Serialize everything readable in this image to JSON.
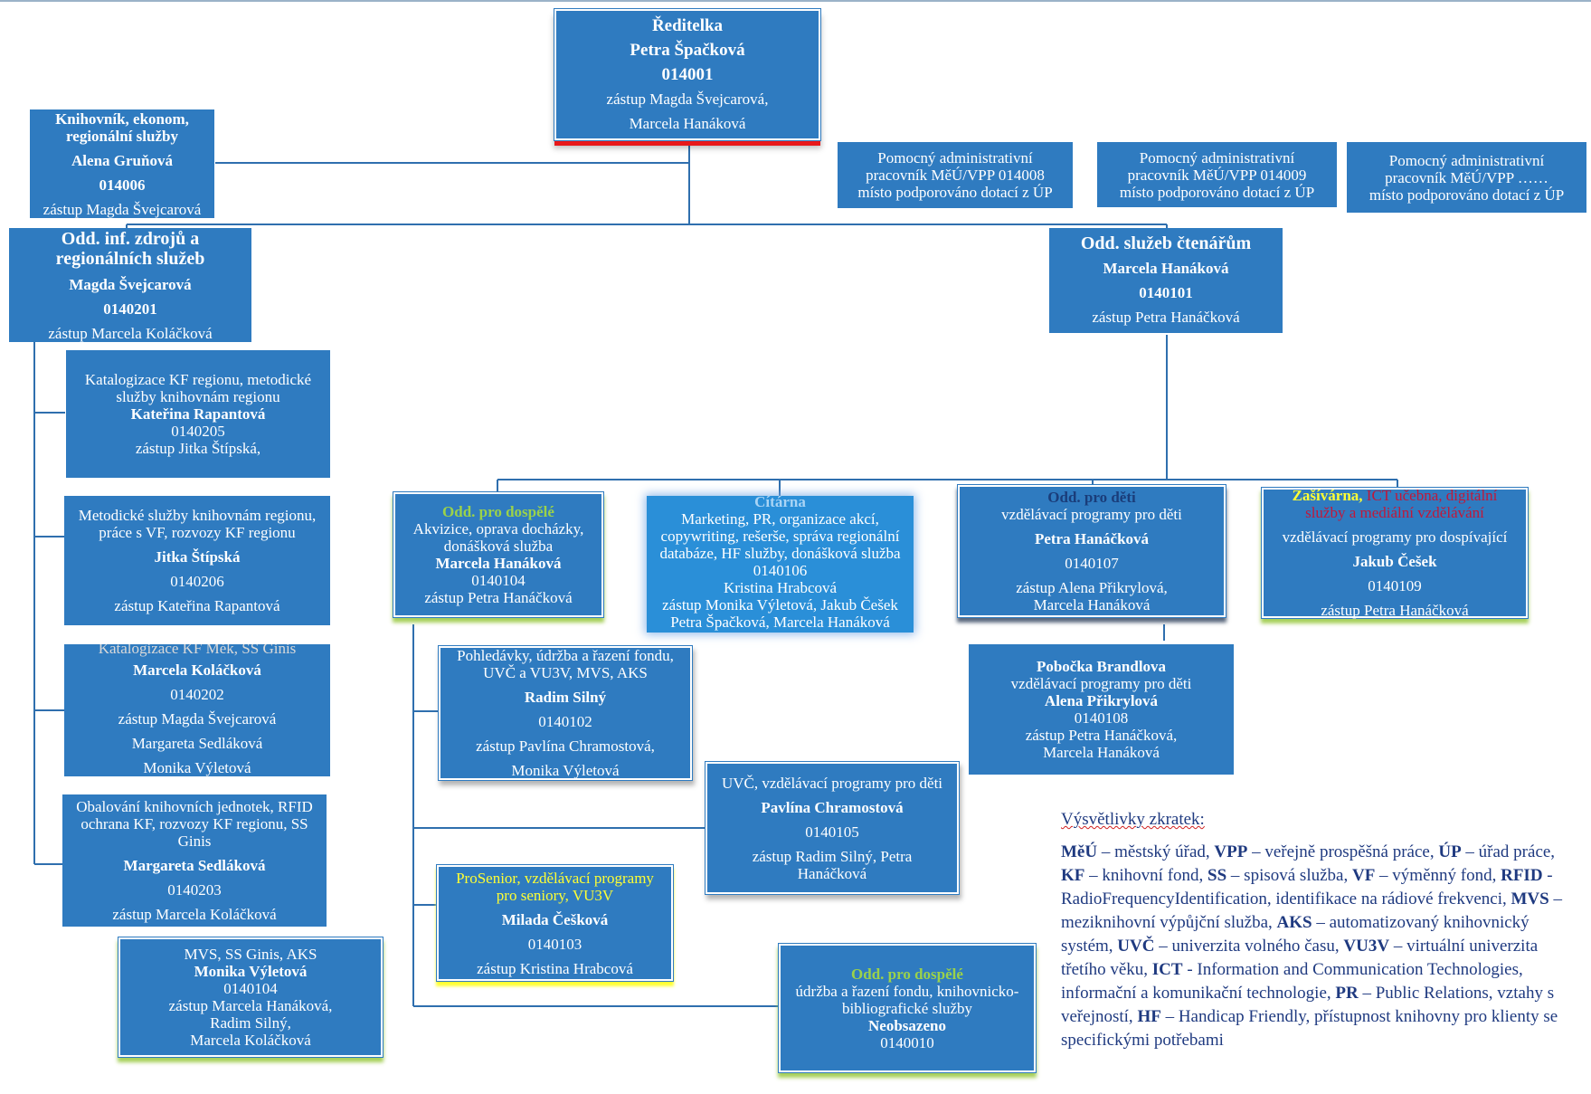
{
  "director": {
    "title": "Ředitelka",
    "name": "Petra Špačková",
    "code": "014001",
    "deputy1": "zástup Magda Švejcarová,",
    "deputy2": "Marcela Hanáková"
  },
  "librarian": {
    "role1": "Knihovník, ekonom,",
    "role2": "regionální služby",
    "name": "Alena Gruňová",
    "code": "014006",
    "deputy": "zástup Magda Švejcarová"
  },
  "aux": [
    {
      "l1": "Pomocný administrativní",
      "l2": "pracovník MěÚ/VPP 014008",
      "l3": "místo podporováno dotací z ÚP"
    },
    {
      "l1": "Pomocný administrativní",
      "l2": "pracovník MěÚ/VPP 014009",
      "l3": "místo podporováno dotací z ÚP"
    },
    {
      "l1": "Pomocný administrativní",
      "l2": "pracovník MěÚ/VPP ……",
      "l3": "místo podporováno dotací z ÚP"
    }
  ],
  "dept_info": {
    "title1": "Odd. inf. zdrojů a",
    "title2": "regionálních služeb",
    "name": "Magda Švejcarová",
    "code": "0140201",
    "deputy": "zástup Marcela Koláčková"
  },
  "dept_readers": {
    "title": "Odd. služeb čtenářům",
    "name": "Marcela Hanáková",
    "code": "0140101",
    "deputy": "zástup Petra Hanáčková"
  },
  "left_boxes": {
    "b205": {
      "l1": "Katalogizace KF regionu, metodické",
      "l2": "služby knihovnám regionu",
      "name": "Kateřina Rapantová",
      "code": "0140205",
      "deputy": "zástup Jitka Štípská,"
    },
    "b206": {
      "l1": "Metodické služby knihovnám regionu,",
      "l2": "práce s VF, rozvozy KF regionu",
      "name": "Jitka Štípská",
      "code": "0140206",
      "deputy": "zástup Kateřina Rapantová"
    },
    "b202": {
      "l1": "Katalogizace KF Měk, SS Ginis",
      "name": "Marcela Koláčková",
      "code": "0140202",
      "deputy": "zástup Magda Švejcarová",
      "deputy2": "Margareta Sedláková",
      "deputy3": "Monika Výletová"
    },
    "b203": {
      "l1": "Obalování knihovních jednotek, RFID",
      "l2": "ochrana KF, rozvozy  KF regionu, SS",
      "l3": "Ginis",
      "name": "Margareta Sedláková",
      "code": "0140203",
      "deputy": "zástup Marcela Koláčková"
    }
  },
  "adult": {
    "title": "Odd. pro dospělé",
    "l1": "Akvizice, oprava docházky,",
    "l2": "donášková služba",
    "name": "Marcela Hanáková",
    "code": "0140104",
    "deputy": "zástup Petra Hanáčková"
  },
  "reading": {
    "title": "Čítárna",
    "l1": "Marketing, PR, organizace akcí,",
    "l2": "copywriting, rešerše,  správa regionální",
    "l3": "databáze, HF služby, donášková služba",
    "code": "0140106",
    "name": "Kristina Hrabcová",
    "deputy1": "zástup Monika Výletová, Jakub Češek",
    "deputy2": "Petra Špačková, Marcela Hanáková"
  },
  "children": {
    "title": "Odd. pro děti",
    "l1": "vzdělávací programy pro děti",
    "name": "Petra Hanáčková",
    "code": "0140107",
    "deputy1": "zástup Alena Přikrylová,",
    "deputy2": "Marcela Hanáková"
  },
  "maker": {
    "title_bold": "Zašívárna,",
    "title_rest": " ICT učebna, digitální",
    "title2": "služby a mediální vzdělávání",
    "l1": "vzdělávací programy pro dospívající",
    "name": "Jakub Češek",
    "code": "0140109",
    "deputy": "zástup Petra Hanáčková"
  },
  "b102": {
    "l1": "Pohledávky, údržba a řazení fondu,",
    "l2": "UVČ a VU3V, MVS, AKS",
    "name": "Radim Silný",
    "code": "0140102",
    "deputy1": "zástup Pavlína Chramostová,",
    "deputy2": "Monika Výletová"
  },
  "branch": {
    "title": "Pobočka Brandlova",
    "l1": "vzdělávací programy pro děti",
    "name": "Alena Přikrylová",
    "code": "0140108",
    "deputy1": "zástup Petra Hanáčková,",
    "deputy2": "Marcela Hanáková"
  },
  "b105": {
    "l1": "UVČ, vzdělávací programy pro děti",
    "name": "Pavlína Chramostová",
    "code": "0140105",
    "deputy1": "zástup Radim Silný,  Petra",
    "deputy2": "Hanáčková"
  },
  "senior": {
    "l1": "ProSenior, vzdělávací programy",
    "l2": "pro seniory, VU3V",
    "name": "Milada Češková",
    "code": "0140103",
    "deputy": "zástup Kristina Hrabcová"
  },
  "mvs": {
    "l1": "MVS, SS Ginis, AKS",
    "name": "Monika Výletová",
    "code": "0140104",
    "deputy1": "zástup Marcela Hanáková,",
    "deputy2": "Radim Silný,",
    "deputy3": "Marcela Koláčková"
  },
  "vacant": {
    "title": "Odd. pro dospělé",
    "l1": "údržba a řazení  fondu, knihovnicko-",
    "l2": "bibliografické služby",
    "name": "Neobsazeno",
    "code": "0140010"
  },
  "legend": {
    "title": "Výsvětlivky zkratek:",
    "items": [
      {
        "abbr": "MěÚ",
        "text": " – městský úřad, "
      },
      {
        "abbr": "VPP",
        "text": " – veřejně prospěšná práce, "
      },
      {
        "abbr": "ÚP",
        "text": " – úřad práce, "
      },
      {
        "abbr": "KF",
        "text": " – knihovní fond, "
      },
      {
        "abbr": "SS",
        "text": " – spisová služba, "
      },
      {
        "abbr": "VF",
        "text": " – výměnný fond, "
      },
      {
        "abbr": "RFID",
        "text": " - RadioFrequencyIdentification, identifikace na rádiové frekvenci, "
      },
      {
        "abbr": "MVS",
        "text": " – meziknihovní výpůjční služba, "
      },
      {
        "abbr": "AKS",
        "text": " – automatizovaný knihovnický systém, "
      },
      {
        "abbr": "UVČ",
        "text": " – univerzita volného času, "
      },
      {
        "abbr": "VU3V",
        "text": " – virtuální univerzita třetího věku, "
      },
      {
        "abbr": "ICT",
        "text": " - Information and Communication Technologies, informační a komunikační technologie, "
      },
      {
        "abbr": "PR",
        "text": " – Public Relations, vztahy s veřejností, "
      },
      {
        "abbr": "HF",
        "text": " – Handicap Friendly, přístupnost knihovny pro klienty se specifickými potřebami"
      }
    ]
  }
}
